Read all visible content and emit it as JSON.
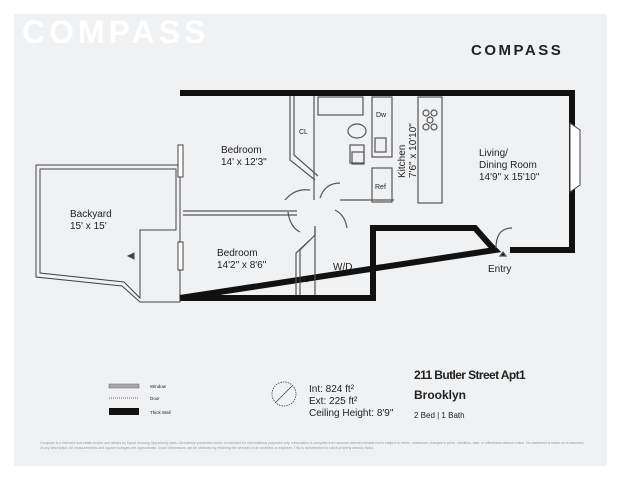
{
  "brand": {
    "watermark": "COMPASS",
    "logo": "COMPASS"
  },
  "rooms": {
    "bedroom1": {
      "name": "Bedroom",
      "dims": "14' x 12'3\""
    },
    "bedroom2": {
      "name": "Bedroom",
      "dims": "14'2\" x 8'6\""
    },
    "backyard": {
      "name": "Backyard",
      "dims": "15' x 15'"
    },
    "kitchen": {
      "name": "Kitchen",
      "dims": "7'6\" x 10'10\""
    },
    "living": {
      "name1": "Living/",
      "name2": "Dining Room",
      "dims": "14'9\" x 15'10\""
    },
    "wd": "W/D",
    "closet1": "CL",
    "closet2": "CL",
    "dw": "Dw",
    "ref": "Ref",
    "entry": "Entry"
  },
  "legend": {
    "window": "Window",
    "door": "Door",
    "thick_wall": "Thick Wall"
  },
  "stats": {
    "int": "Int: 824 ft²",
    "ext": "Ext: 225 ft²",
    "ceiling": "Ceiling Height: 8'9\""
  },
  "address": {
    "street": "211 Butler Street Apt1",
    "city": "Brooklyn",
    "beds_baths": "2 Bed | 1 Bath"
  },
  "disclaimer": "Compass is a licensed real estate broker and abides by Equal Housing Opportunity laws. All material presented herein is intended for informational purposes only. Information is compiled from sources deemed reliable but is subject to errors, omissions, changes in price, condition, sale, or withdrawal without notice. No statement is made as to accuracy of any description. All measurements and square footages are approximate. Exact dimensions can be obtained by retaining the services of an architect or engineer. This is not intended to solicit property already listed."
}
